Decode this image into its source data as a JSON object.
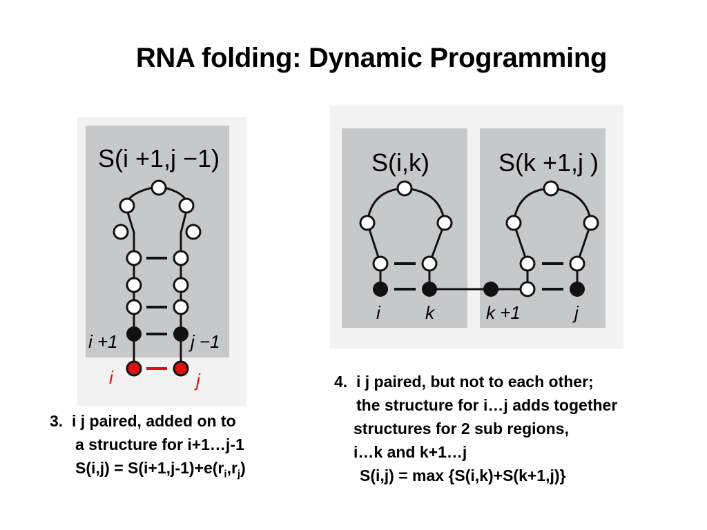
{
  "slide": {
    "title": "RNA folding: Dynamic Programming"
  },
  "left_figure": {
    "region_label": "S(i +1,j −1)",
    "left_pair_label": "i +1",
    "right_pair_label": "j −1",
    "outer_left_label": "i",
    "outer_right_label": "j",
    "outer_pair_color": "#e01010"
  },
  "right_figure": {
    "region_left_label": "S(i,k)",
    "region_right_label": "S(k +1,j )",
    "base_labels": [
      "i",
      "k",
      "k +1",
      "j"
    ]
  },
  "caption_left": {
    "line1": "3.  i j paired, added on to",
    "line2": "a structure for i+1…j-1",
    "line3_prefix": "S(i,j) = S(i+1,j-1)+e(r",
    "sub1": "i",
    "comma": ",r",
    "sub2": "j",
    "close": ")"
  },
  "caption_right": {
    "line1": "4.  i j paired, but not to each other;",
    "line2": "the structure for i…j adds together",
    "line3": "structures for 2 sub regions,",
    "line4": "i…k and k+1…j",
    "line5": "S(i,j) = max {S(i,k)+S(k+1,j)}"
  }
}
